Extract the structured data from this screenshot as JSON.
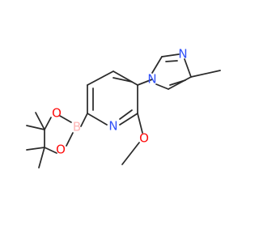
{
  "structure": {
    "atoms": {
      "nitrogen_pyridine": "N",
      "oxygen_methoxy": "O",
      "nitrogen_imidazole_1": "N",
      "nitrogen_imidazole_3": "N",
      "boron": "B",
      "oxygen_ring_top": "O",
      "oxygen_ring_bottom": "O"
    },
    "colors": {
      "bond": "#2b2b2b",
      "nitrogen": "#3050f8",
      "oxygen": "#ff0d0d",
      "boron": "#ffb5b5"
    }
  }
}
